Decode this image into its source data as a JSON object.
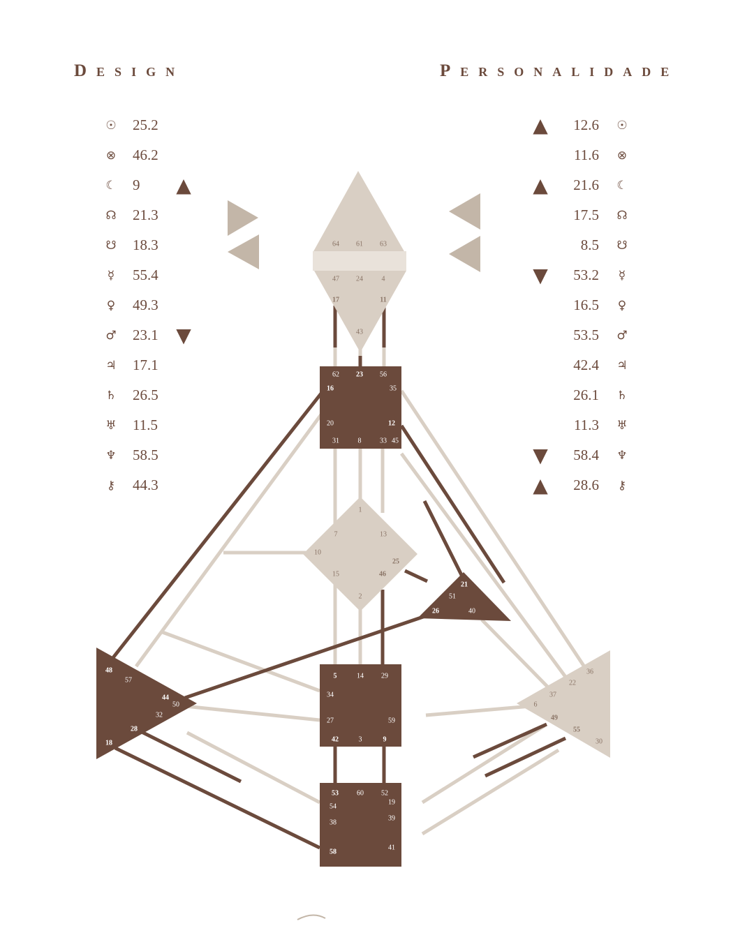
{
  "titles": {
    "design": "Design",
    "personality": "Personalidade"
  },
  "colors": {
    "dark": "#6b4a3c",
    "light": "#d9cfc4",
    "mid": "#c3b6a8",
    "text": "#6b4a3c"
  },
  "design": {
    "rows": [
      {
        "icon": "sun-icon",
        "symbol": "☉",
        "value": "25.2",
        "mark": ""
      },
      {
        "icon": "earth-icon",
        "symbol": "⊗",
        "value": "46.2",
        "mark": ""
      },
      {
        "icon": "moon-icon",
        "symbol": "☾",
        "value": "9",
        "mark": "▲"
      },
      {
        "icon": "north-node-icon",
        "symbol": "☊",
        "value": "21.3",
        "mark": ""
      },
      {
        "icon": "south-node-icon",
        "symbol": "☋",
        "value": "18.3",
        "mark": ""
      },
      {
        "icon": "mercury-icon",
        "symbol": "☿",
        "value": "55.4",
        "mark": ""
      },
      {
        "icon": "venus-icon",
        "symbol": "♀",
        "value": "49.3",
        "mark": ""
      },
      {
        "icon": "mars-icon",
        "symbol": "♂",
        "value": "23.1",
        "mark": "▼"
      },
      {
        "icon": "jupiter-icon",
        "symbol": "♃",
        "value": "17.1",
        "mark": ""
      },
      {
        "icon": "saturn-icon",
        "symbol": "♄",
        "value": "26.5",
        "mark": ""
      },
      {
        "icon": "uranus-icon",
        "symbol": "♅",
        "value": "11.5",
        "mark": ""
      },
      {
        "icon": "neptune-icon",
        "symbol": "♆",
        "value": "58.5",
        "mark": ""
      },
      {
        "icon": "chiron-icon",
        "symbol": "⚷",
        "value": "44.3",
        "mark": ""
      }
    ]
  },
  "personality": {
    "rows": [
      {
        "icon": "sun-icon",
        "symbol": "☉",
        "value": "12.6",
        "mark": "▲"
      },
      {
        "icon": "earth-icon",
        "symbol": "⊗",
        "value": "11.6",
        "mark": ""
      },
      {
        "icon": "moon-icon",
        "symbol": "☾",
        "value": "21.6",
        "mark": "▲"
      },
      {
        "icon": "north-node-icon",
        "symbol": "☊",
        "value": "17.5",
        "mark": ""
      },
      {
        "icon": "south-node-icon",
        "symbol": "☋",
        "value": "8.5",
        "mark": ""
      },
      {
        "icon": "mercury-icon",
        "symbol": "☿",
        "value": "53.2",
        "mark": "▼"
      },
      {
        "icon": "venus-icon",
        "symbol": "♀",
        "value": "16.5",
        "mark": ""
      },
      {
        "icon": "mars-icon",
        "symbol": "♂",
        "value": "53.5",
        "mark": ""
      },
      {
        "icon": "jupiter-icon",
        "symbol": "♃",
        "value": "42.4",
        "mark": ""
      },
      {
        "icon": "saturn-icon",
        "symbol": "♄",
        "value": "26.1",
        "mark": ""
      },
      {
        "icon": "uranus-icon",
        "symbol": "♅",
        "value": "11.3",
        "mark": ""
      },
      {
        "icon": "neptune-icon",
        "symbol": "♆",
        "value": "58.4",
        "mark": "▼"
      },
      {
        "icon": "chiron-icon",
        "symbol": "⚷",
        "value": "28.6",
        "mark": "▲"
      }
    ]
  },
  "centers": [
    {
      "id": "head",
      "defined": false,
      "gates": [
        "64",
        "61",
        "63"
      ]
    },
    {
      "id": "ajna",
      "defined": false,
      "gates": [
        "47",
        "24",
        "4",
        "17",
        "11",
        "43"
      ]
    },
    {
      "id": "throat",
      "defined": true,
      "gates": [
        "62",
        "23",
        "56",
        "16",
        "35",
        "20",
        "12",
        "31",
        "8",
        "33",
        "45"
      ]
    },
    {
      "id": "g",
      "defined": false,
      "gates": [
        "1",
        "7",
        "13",
        "10",
        "25",
        "15",
        "46",
        "2"
      ]
    },
    {
      "id": "heart",
      "defined": true,
      "gates": [
        "21",
        "51",
        "26",
        "40"
      ]
    },
    {
      "id": "spleen",
      "defined": true,
      "gates": [
        "48",
        "57",
        "44",
        "50",
        "32",
        "28",
        "18"
      ]
    },
    {
      "id": "sacral",
      "defined": true,
      "gates": [
        "5",
        "14",
        "29",
        "34",
        "27",
        "59",
        "42",
        "3",
        "9"
      ]
    },
    {
      "id": "solar-plexus",
      "defined": false,
      "gates": [
        "36",
        "22",
        "37",
        "6",
        "49",
        "55",
        "30"
      ]
    },
    {
      "id": "root",
      "defined": true,
      "gates": [
        "53",
        "60",
        "52",
        "54",
        "19",
        "38",
        "39",
        "58",
        "41"
      ]
    }
  ]
}
